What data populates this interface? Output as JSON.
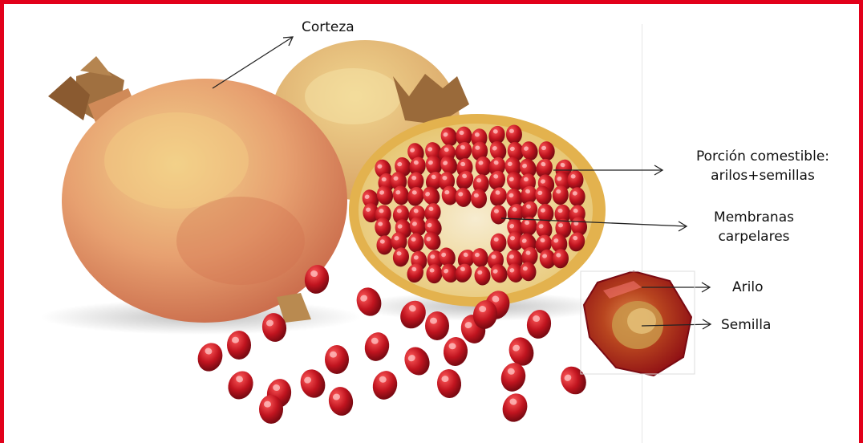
{
  "colors": {
    "frame_border": "#e2001a",
    "rind_outer": "#d88a62",
    "rind_inner": "#e9c27a",
    "aril": "#b0101e",
    "aril_highlight": "#ff6b6b",
    "pith": "#f3e5b8",
    "arrow": "#222222"
  },
  "labels": {
    "corteza": "Corteza",
    "porcion_line1": "Porción comestible:",
    "porcion_line2": "arilos+semillas",
    "membranas_line1": "Membranas",
    "membranas_line2": "carpelares",
    "arilo": "Arilo",
    "semilla": "Semilla"
  }
}
